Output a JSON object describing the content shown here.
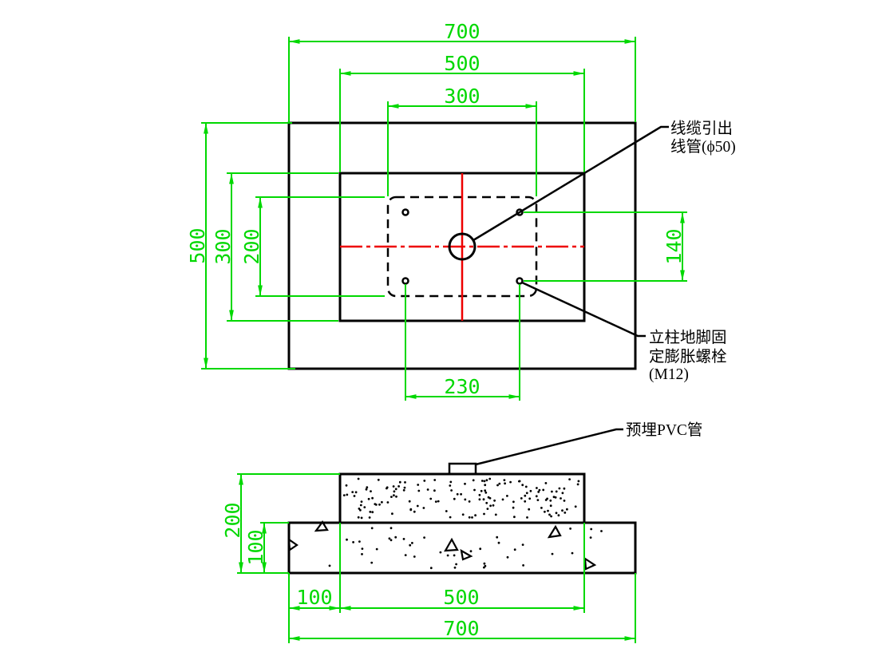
{
  "colors": {
    "dimension_green": "#00d800",
    "centerline_red": "#ee0000",
    "line_black": "#000000"
  },
  "plan_view": {
    "dims": {
      "top_outer": "700",
      "top_middle": "500",
      "top_inner": "300",
      "left_outer": "500",
      "left_middle": "300",
      "left_inner": "200",
      "right_bolt_spacing": "140",
      "bottom_bolt_spacing": "230"
    },
    "annotations": {
      "cable_conduit": {
        "line1": "线缆引出",
        "line2": "线管(ϕ50)"
      },
      "anchor_bolt": {
        "line1": "立柱地脚固",
        "line2": "定膨胀螺栓",
        "line3": "(M12)"
      }
    }
  },
  "section_view": {
    "dims": {
      "left_total_height": "200",
      "left_base_height": "100",
      "bottom_left_offset": "100",
      "bottom_pedestal_width": "500",
      "bottom_base_width": "700"
    },
    "annotations": {
      "pvc_pipe": "预埋PVC管"
    }
  }
}
